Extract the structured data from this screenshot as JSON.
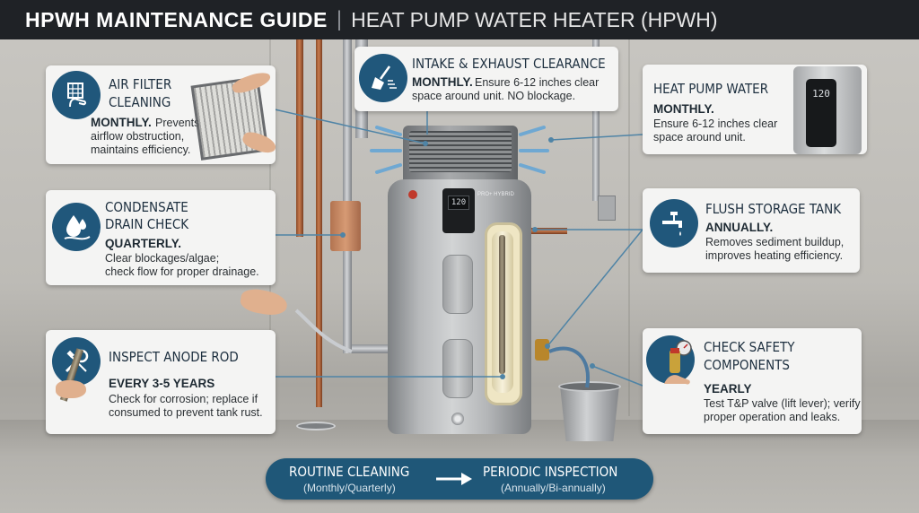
{
  "header": {
    "title_main": "HPWH MAINTENANCE GUIDE",
    "divider": "|",
    "title_sub": "HEAT PUMP WATER HEATER (HPWH)"
  },
  "cards": {
    "air_filter": {
      "title_line1": "AIR FILTER",
      "title_line2": "CLEANING",
      "frequency": "MONTHLY.",
      "desc_line1": "Prevents",
      "desc_line2": "airflow obstruction,",
      "desc_line3": "maintains efficiency.",
      "icon": "hand-filter-icon"
    },
    "intake_exhaust": {
      "title": "INTAKE & EXHAUST CLEARANCE",
      "frequency": "MONTHLY.",
      "desc_line1": "Ensure 6-12 inches clear",
      "desc_line2": "space around unit. NO blockage.",
      "icon": "broom-icon"
    },
    "heat_pump": {
      "title": "HEAT PUMP WATER",
      "frequency": "MONTHLY.",
      "desc_line1": "Ensure 6-12 inches clear",
      "desc_line2": "space around unit.",
      "icon": "thermostat-panel-icon"
    },
    "condensate": {
      "title_line1": "CONDENSATE",
      "title_line2": "DRAIN CHECK",
      "frequency": "QUARTERLY.",
      "desc_line1": "Clear blockages/algae;",
      "desc_line2": "check flow for proper drainage.",
      "icon": "water-drop-icon"
    },
    "flush_tank": {
      "title": "FLUSH STORAGE TANK",
      "frequency": "ANNUALLY.",
      "desc_line1": "Removes sediment buildup,",
      "desc_line2": "improves heating efficiency.",
      "icon": "faucet-icon"
    },
    "anode": {
      "title": "INSPECT ANODE ROD",
      "frequency": "EVERY 3-5 YEARS",
      "desc_line1": "Check for corrosion; replace if",
      "desc_line2": "consumed to prevent tank rust.",
      "icon": "wrench-screwdriver-icon"
    },
    "safety": {
      "title_line1": "CHECK SAFETY",
      "title_line2": "COMPONENTS",
      "frequency": "YEARLY",
      "desc_line1": "Test T&P valve (lift lever); verify",
      "desc_line2": "proper operation and leaks.",
      "icon": "gauge-hand-icon"
    }
  },
  "unit": {
    "display_value": "120",
    "brand": "PRO+ HYBRID"
  },
  "banner": {
    "left_title": "ROUTINE CLEANING",
    "left_sub": "(Monthly/Quarterly)",
    "right_title": "PERIODIC INSPECTION",
    "right_sub": "(Annually/Bi-annually)"
  },
  "colors": {
    "header_bg": "#1f2226",
    "icon_circle": "#20577b",
    "banner_bg": "#1f5778",
    "card_bg": "#f4f4f3",
    "leader_line": "#4f84a6"
  }
}
